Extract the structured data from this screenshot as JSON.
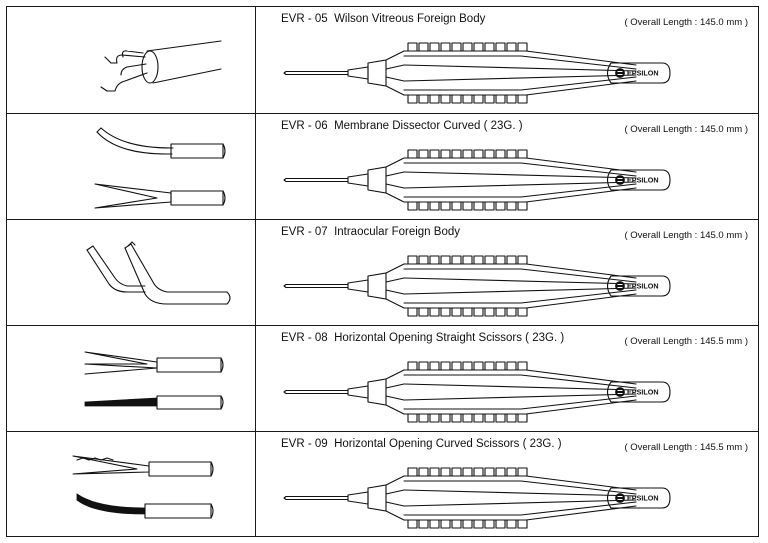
{
  "brand": "EPSILON",
  "colors": {
    "ink": "#111111",
    "background": "#ffffff",
    "border": "#1a1a1a"
  },
  "instruments": [
    {
      "code": "EVR - 05",
      "name": "Wilson Vitreous Foreign Body",
      "length": "( Overall Length : 145.0 mm )",
      "tip": "basket-forceps"
    },
    {
      "code": "EVR - 06",
      "name": "Membrane Dissector Curved ( 23G. )",
      "length": "( Overall Length : 145.0 mm )",
      "tip": "curved-dissector"
    },
    {
      "code": "EVR - 07",
      "name": "Intraocular Foreign Body",
      "length": "( Overall Length : 145.0 mm )",
      "tip": "foreign-body-forceps"
    },
    {
      "code": "EVR - 08",
      "name": "Horizontal Opening Straight Scissors ( 23G. )",
      "length": "( Overall Length : 145.5 mm )",
      "tip": "straight-scissors"
    },
    {
      "code": "EVR - 09",
      "name": "Horizontal Opening Curved Scissors ( 23G. )",
      "length": "( Overall Length : 145.5 mm )",
      "tip": "curved-scissors"
    }
  ]
}
